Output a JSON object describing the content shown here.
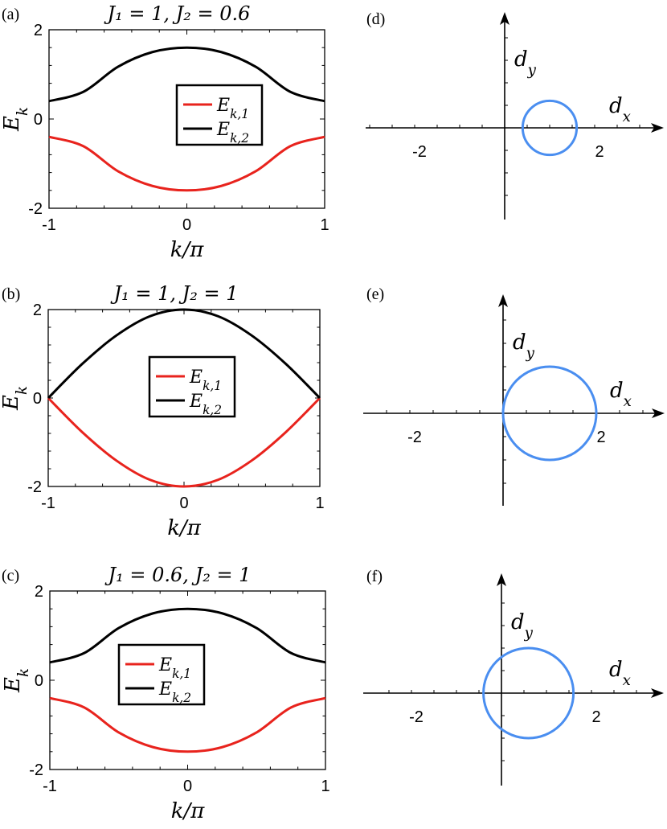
{
  "chart_data": [
    {
      "type": "line",
      "panel_label": "(a)",
      "title": "J₁ = 1, J₂ = 0.6",
      "params": {
        "J1": 1,
        "J2": 0.6
      },
      "xlabel": "k/π",
      "ylabel": "E_k",
      "xlim": [
        -1,
        1
      ],
      "ylim": [
        -2,
        2
      ],
      "xticks": [
        "-1",
        "0",
        "1"
      ],
      "yticks": [
        "-2",
        "0",
        "2"
      ],
      "x": [
        -1.0,
        -0.75,
        -0.5,
        -0.25,
        0.0,
        0.25,
        0.5,
        0.75,
        1.0
      ],
      "series": [
        {
          "name": "E_{k,1}",
          "color": "#e8231d",
          "values": [
            -0.4,
            -0.61,
            -1.17,
            -1.5,
            -1.6,
            -1.5,
            -1.17,
            -0.61,
            -0.4
          ]
        },
        {
          "name": "E_{k,2}",
          "color": "#000000",
          "values": [
            0.4,
            0.61,
            1.17,
            1.5,
            1.6,
            1.5,
            1.17,
            0.61,
            0.4
          ]
        }
      ],
      "legend_position": "center-right"
    },
    {
      "type": "line",
      "panel_label": "(b)",
      "title": "J₁ = 1, J₂ = 1",
      "params": {
        "J1": 1,
        "J2": 1
      },
      "xlabel": "k/π",
      "ylabel": "E_k",
      "xlim": [
        -1,
        1
      ],
      "ylim": [
        -2,
        2
      ],
      "xticks": [
        "-1",
        "0",
        "1"
      ],
      "yticks": [
        "-2",
        "0",
        "2"
      ],
      "x": [
        -1.0,
        -0.75,
        -0.5,
        -0.25,
        0.0,
        0.25,
        0.5,
        0.75,
        1.0
      ],
      "series": [
        {
          "name": "E_{k,1}",
          "color": "#e8231d",
          "values": [
            0.0,
            -0.77,
            -1.41,
            -1.85,
            -2.0,
            -1.85,
            -1.41,
            -0.77,
            0.0
          ]
        },
        {
          "name": "E_{k,2}",
          "color": "#000000",
          "values": [
            0.0,
            0.77,
            1.41,
            1.85,
            2.0,
            1.85,
            1.41,
            0.77,
            0.0
          ]
        }
      ],
      "legend_position": "center"
    },
    {
      "type": "line",
      "panel_label": "(c)",
      "title": "J₁ = 0.6, J₂ = 1",
      "params": {
        "J1": 0.6,
        "J2": 1
      },
      "xlabel": "k/π",
      "ylabel": "E_k",
      "xlim": [
        -1,
        1
      ],
      "ylim": [
        -2,
        2
      ],
      "xticks": [
        "-1",
        "0",
        "1"
      ],
      "yticks": [
        "-2",
        "0",
        "2"
      ],
      "x": [
        -1.0,
        -0.75,
        -0.5,
        -0.25,
        0.0,
        0.25,
        0.5,
        0.75,
        1.0
      ],
      "series": [
        {
          "name": "E_{k,1}",
          "color": "#e8231d",
          "values": [
            -0.4,
            -0.61,
            -1.17,
            -1.5,
            -1.6,
            -1.5,
            -1.17,
            -0.61,
            -0.4
          ]
        },
        {
          "name": "E_{k,2}",
          "color": "#000000",
          "values": [
            0.4,
            0.61,
            1.17,
            1.5,
            1.6,
            1.5,
            1.17,
            0.61,
            0.4
          ]
        }
      ],
      "legend_position": "center-left"
    },
    {
      "type": "scatter",
      "panel_label": "(d)",
      "xlabel": "d_x",
      "ylabel": "d_y",
      "xticks": [
        "-2",
        "2"
      ],
      "circle": {
        "center_x": 1,
        "center_y": 0,
        "radius": 0.6,
        "color": "#4a8ef0"
      }
    },
    {
      "type": "scatter",
      "panel_label": "(e)",
      "xlabel": "d_x",
      "ylabel": "d_y",
      "xticks": [
        "-2",
        "2"
      ],
      "circle": {
        "center_x": 1,
        "center_y": 0,
        "radius": 1,
        "color": "#4a8ef0"
      }
    },
    {
      "type": "scatter",
      "panel_label": "(f)",
      "xlabel": "d_x",
      "ylabel": "d_y",
      "xticks": [
        "-2",
        "2"
      ],
      "circle": {
        "center_x": 0.6,
        "center_y": 0,
        "radius": 1,
        "color": "#4a8ef0"
      }
    }
  ]
}
